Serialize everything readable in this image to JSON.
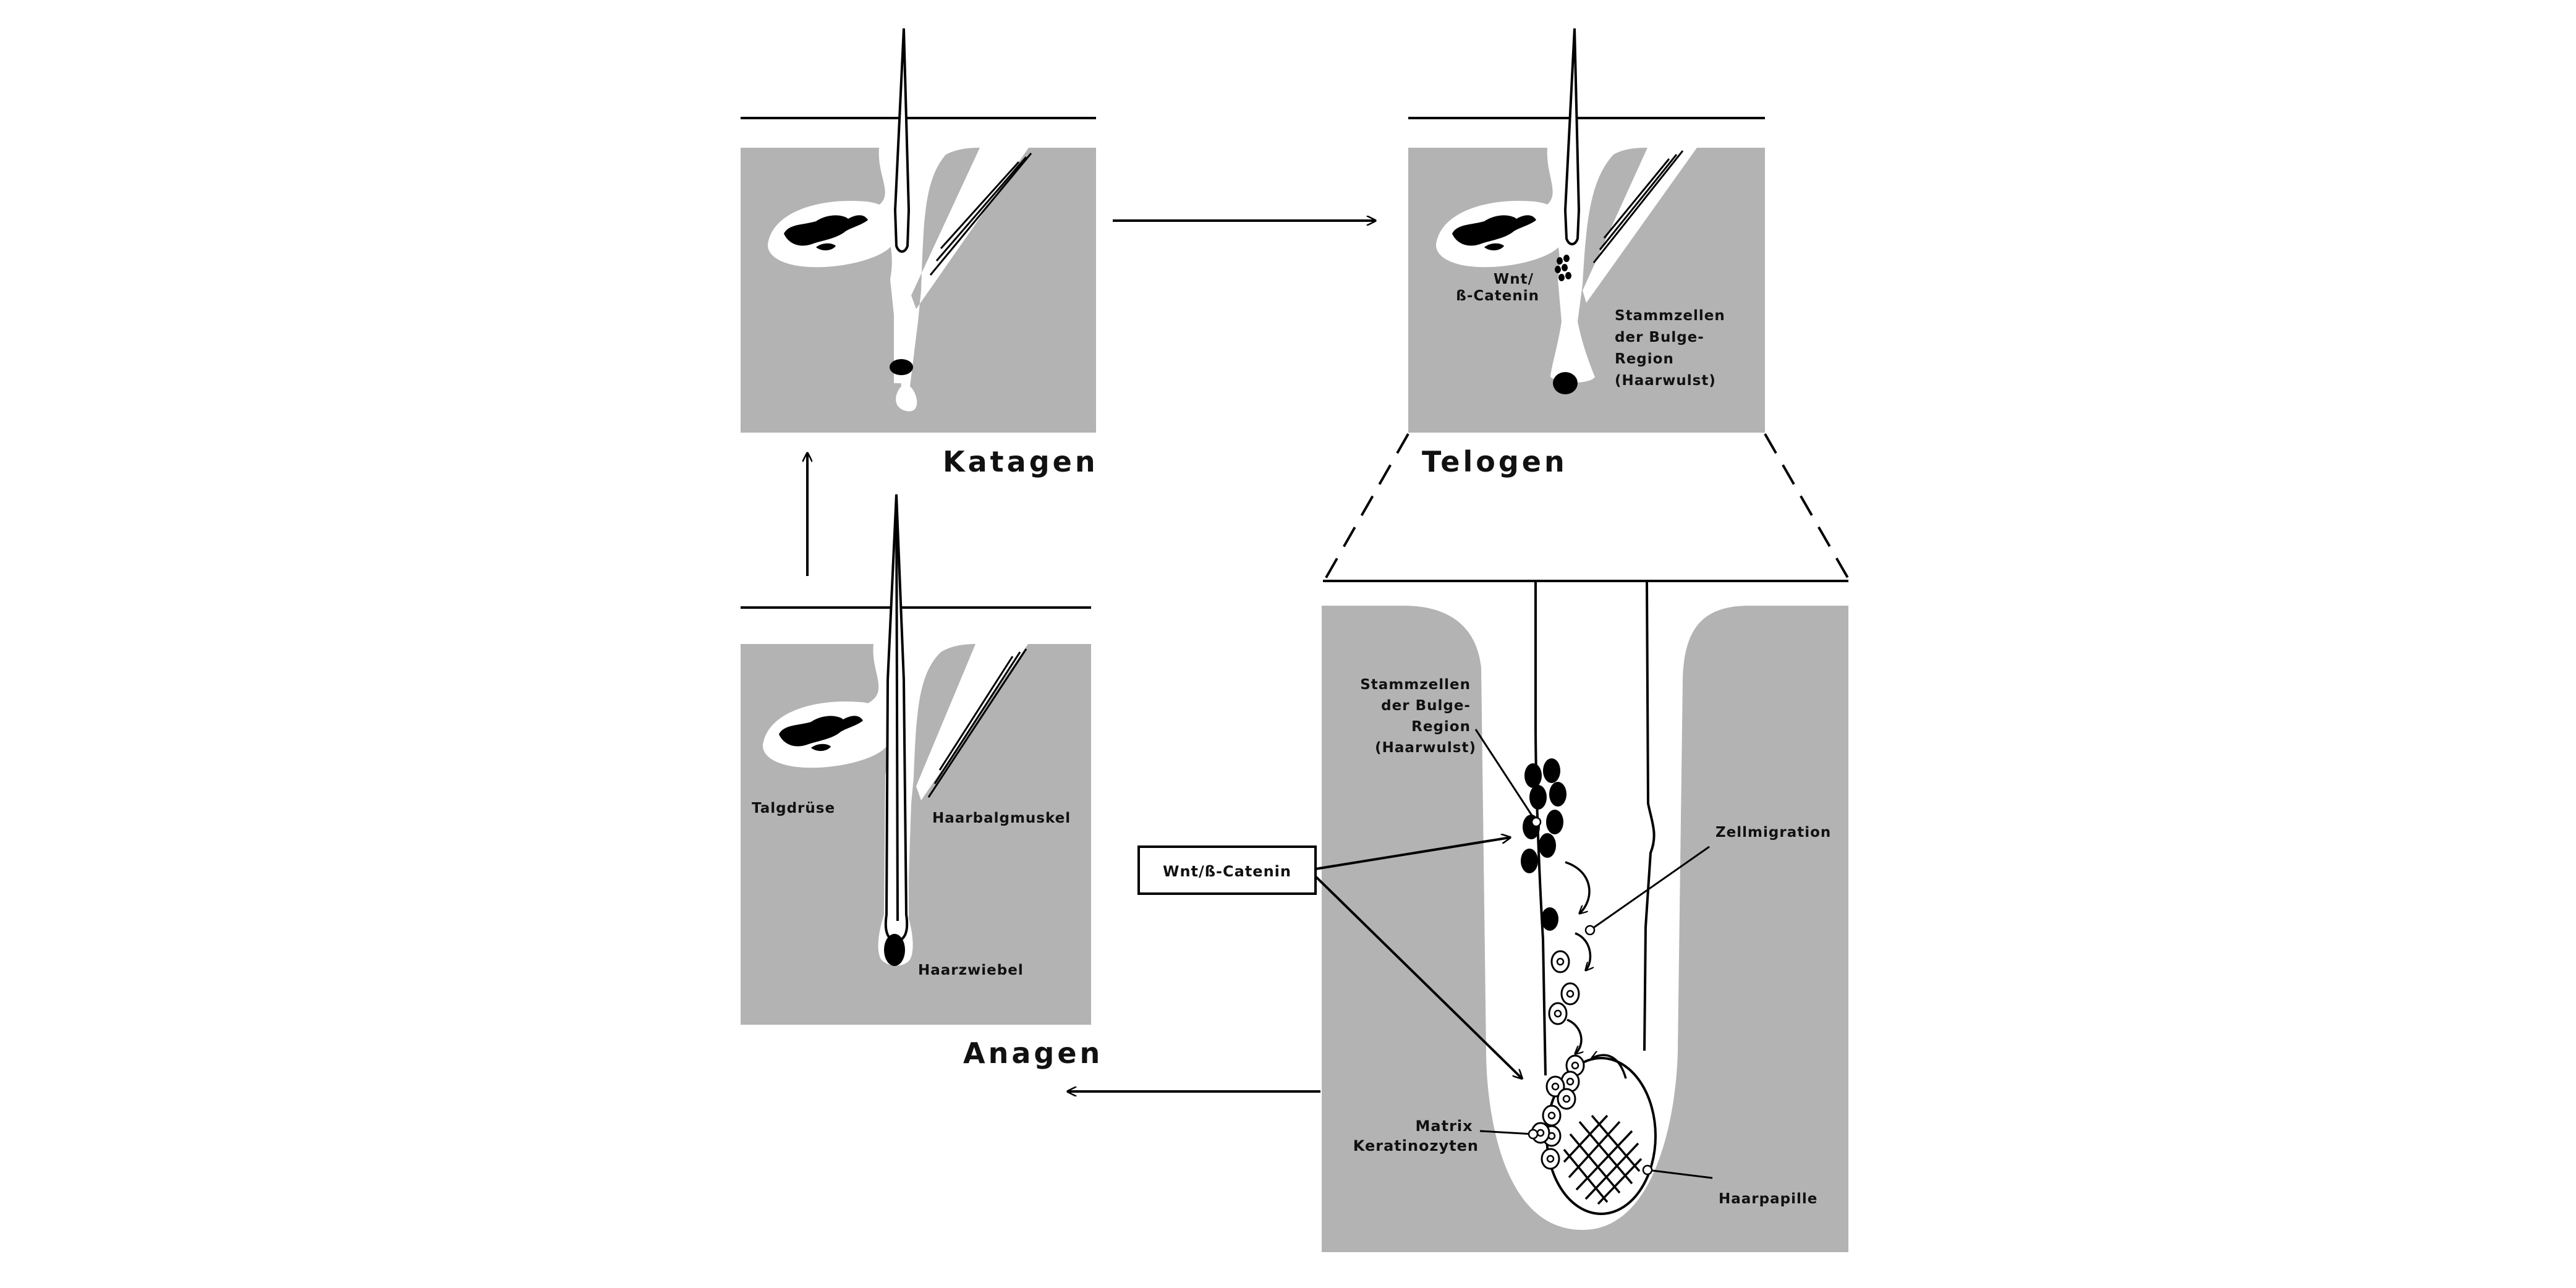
{
  "colors": {
    "skin": "#b3b3b3",
    "ink": "#000000",
    "background": "#ffffff"
  },
  "stages": {
    "katagen": "Katagen",
    "telogen": "Telogen",
    "anagen": "Anagen"
  },
  "labels": {
    "talgdruese": "Talgdrüse",
    "haarbalgmuskel": "Haarbalgmuskel",
    "haarzwiebel": "Haarzwiebel",
    "telogen_signal_1": "Wnt/",
    "telogen_signal_2": "ß-Catenin",
    "telogen_stem_1": "Stammzellen",
    "telogen_stem_2": "der Bulge-",
    "telogen_stem_3": "Region",
    "telogen_stem_4": "(Haarwulst)",
    "zoom_stem_1": "Stammzellen",
    "zoom_stem_2": "der Bulge-",
    "zoom_stem_3": "Region",
    "zoom_stem_4": "(Haarwulst)",
    "wnt_box": "Wnt/ß-Catenin",
    "zellmigration": "Zellmigration",
    "matrix_1": "Matrix",
    "matrix_2": "Keratinozyten",
    "haarpapille": "Haarpapille"
  }
}
